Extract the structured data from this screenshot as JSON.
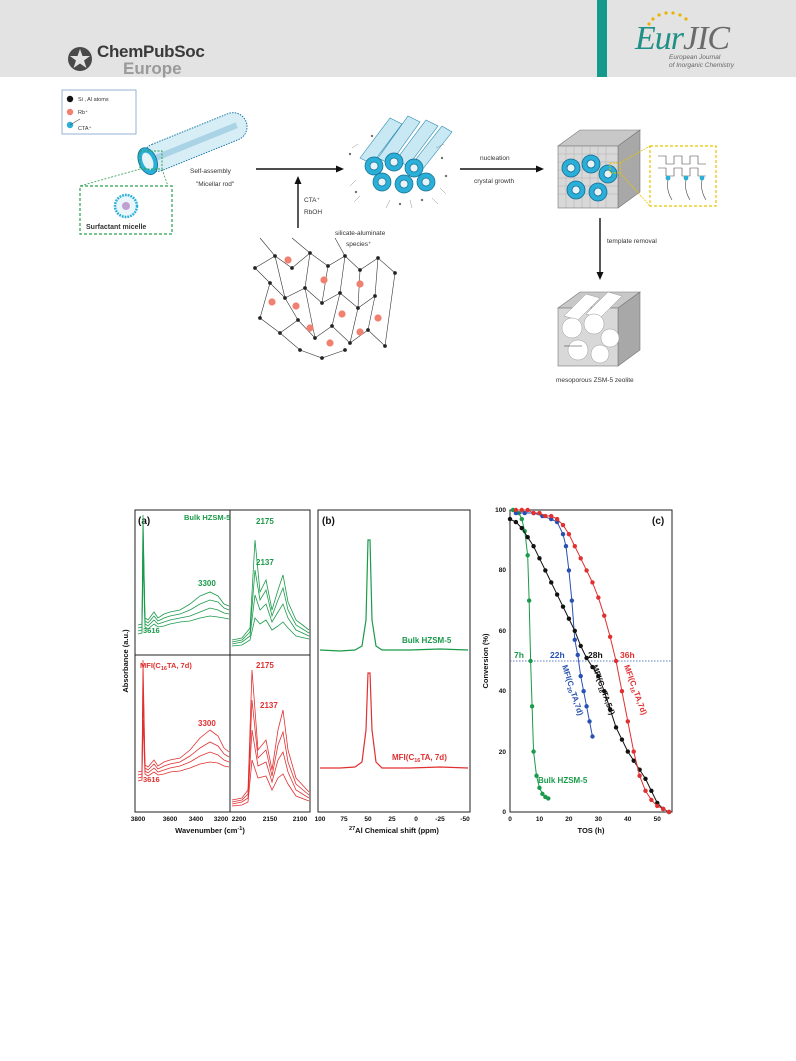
{
  "header": {
    "publisher_line1": "ChemPubSoc",
    "publisher_line2": "Europe",
    "journal_eur": "Eur",
    "journal_jic": "JIC",
    "journal_sub1": "European Journal",
    "journal_sub2": "of Inorganic Chemistry"
  },
  "colors": {
    "teal": "#149a8c",
    "green": "#1a9a4a",
    "red": "#e03030",
    "blue": "#2850b0",
    "cyan": "#3aa0c8"
  },
  "scheme": {
    "legend": [
      "Si , Al atoms",
      "Rb⁺",
      "CTA⁺"
    ],
    "self_assembly": "Self-assembly",
    "micellar_rod": "\"Micellar rod\"",
    "surfactant_micelle": "Surfactant micelle",
    "cta": "CTA⁺",
    "rboh": "RbOH",
    "species_1": "silicate-aluminate",
    "species_2": "species⁺",
    "nucleation": "nucleation",
    "crystal_growth": "crystal growth",
    "template_removal": "template removal",
    "mesoporous_label": "mesoporous ZSM-5 zeolite"
  },
  "panel_a": {
    "tag": "(a)",
    "ylabel": "Absorbance (a.u.)",
    "xlabel_main": "Wavenumber (cm",
    "xlabel_sup": "-1",
    "xlabel_end": ")",
    "top_title": "Bulk HZSM-5",
    "bottom_title_pre": "MFI(C",
    "bottom_title_sub": "16",
    "bottom_title_post": "TA, 7d)",
    "labels_top": [
      "3616",
      "3300",
      "2175",
      "2137"
    ],
    "labels_bottom": [
      "3616",
      "3300",
      "2175",
      "2137"
    ],
    "ticks_left": [
      "3800",
      "3600",
      "3400",
      "3200"
    ],
    "ticks_right": [
      "2200",
      "2150",
      "2100"
    ]
  },
  "panel_b": {
    "tag": "(b)",
    "xlabel_sup": "27",
    "xlabel": "Al Chemical shift (ppm)",
    "label_top": "Bulk HZSM-5",
    "label_bottom_pre": "MFI(C",
    "label_bottom_sub": "16",
    "label_bottom_post": "TA, 7d)",
    "ticks": [
      "100",
      "75",
      "50",
      "25",
      "0",
      "-25",
      "-50"
    ]
  },
  "panel_c": {
    "tag": "(c)",
    "xlabel": "TOS (h)",
    "ylabel": "Conversion (%)",
    "xticks": [
      "0",
      "10",
      "20",
      "30",
      "40",
      "50"
    ],
    "yticks": [
      "0",
      "20",
      "40",
      "60",
      "80",
      "100"
    ],
    "times": [
      "7h",
      "22h",
      "28h",
      "36h"
    ],
    "label_bulk": "Bulk HZSM-5",
    "label_c20_pre": "MFI(C",
    "label_c20_sub": "20",
    "label_c20_post": "TA,7d)",
    "label_c16_5_pre": "MFI(C",
    "label_c16_5_sub": "16",
    "label_c16_5_post": "TA,5d)",
    "label_c16_7_pre": "MFI(C",
    "label_c16_7_sub": "16",
    "label_c16_7_post": "TA,7d)"
  },
  "chart_data": {
    "type": "scatter",
    "xlabel": "TOS (h)",
    "ylabel": "Conversion (%)",
    "xlim": [
      0,
      55
    ],
    "ylim": [
      0,
      100
    ],
    "reference_line_y": 50,
    "series": [
      {
        "name": "Bulk HZSM-5",
        "color": "#1a9a4a",
        "x": [
          1,
          3,
          4,
          5,
          6,
          6.5,
          7,
          7.5,
          8,
          9,
          10,
          11,
          12,
          13
        ],
        "y": [
          100,
          99,
          97,
          93,
          85,
          70,
          50,
          35,
          20,
          12,
          8,
          6,
          5,
          4.5
        ]
      },
      {
        "name": "MFI(C20TA,7d)",
        "color": "#2850b0",
        "x": [
          2,
          5,
          8,
          11,
          14,
          16,
          18,
          19,
          20,
          21,
          22,
          23,
          24,
          25,
          26,
          27,
          28
        ],
        "y": [
          99,
          99,
          99,
          98,
          97,
          96,
          92,
          88,
          80,
          70,
          57,
          52,
          45,
          40,
          35,
          30,
          25
        ]
      },
      {
        "name": "MFI(C16TA,5d)",
        "color": "#111111",
        "x": [
          0,
          2,
          4,
          6,
          8,
          10,
          12,
          14,
          16,
          18,
          20,
          22,
          24,
          26,
          28,
          30,
          32,
          34,
          36,
          38,
          40,
          42,
          44,
          46,
          48,
          50,
          52,
          54
        ],
        "y": [
          97,
          96,
          94,
          91,
          88,
          84,
          80,
          76,
          72,
          68,
          64,
          60,
          55,
          51,
          48,
          45,
          40,
          34,
          28,
          24,
          20,
          17,
          14,
          11,
          7,
          3,
          1,
          0
        ]
      },
      {
        "name": "MFI(C16TA,7d)",
        "color": "#e03030",
        "x": [
          2,
          4,
          6,
          8,
          10,
          12,
          14,
          16,
          18,
          20,
          22,
          24,
          26,
          28,
          30,
          32,
          34,
          36,
          38,
          40,
          42,
          44,
          46,
          48,
          50,
          52,
          54
        ],
        "y": [
          100,
          100,
          100,
          99,
          99,
          98,
          98,
          97,
          95,
          92,
          88,
          84,
          80,
          76,
          71,
          65,
          58,
          50,
          40,
          30,
          20,
          12,
          7,
          4,
          2,
          1,
          0
        ]
      }
    ]
  }
}
